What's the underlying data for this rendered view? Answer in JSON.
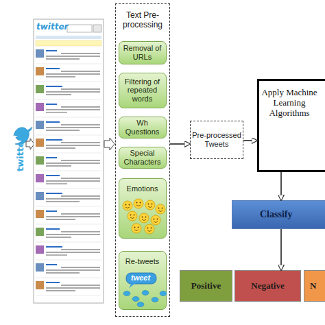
{
  "diagram": {
    "nodes": [
      {
        "text": [
          "Text Pre-processing"
        ]
      },
      {
        "text": [
          "Removal of URLs"
        ],
        "in": 0
      },
      {
        "text": [
          "Filtering of repeated words"
        ],
        "in": 0
      },
      {
        "text": [
          "Wh Questions"
        ],
        "in": 0
      },
      {
        "text": [
          "Special Characters"
        ],
        "in": 0
      },
      {
        "text": [
          "Emotions"
        ],
        "in": 0
      },
      {
        "text": [
          "Re-tweets"
        ],
        "in": 0
      },
      {
        "text": [
          "Pre-processed Tweets"
        ]
      },
      {
        "text": [
          "Apply Machine Learning Algorithms"
        ]
      },
      {
        "text": [
          "Classify"
        ]
      },
      {
        "text": [
          "Positive"
        ]
      },
      {
        "text": [
          "Negative"
        ]
      },
      {
        "text": [
          "N"
        ]
      }
    ],
    "edges": [
      {
        "from": 0,
        "to": 7,
        "arrow": "to"
      },
      {
        "from": 7,
        "to": 8,
        "arrow": "to"
      },
      {
        "from": 8,
        "to": 9,
        "arrow": "to"
      },
      {
        "from": 9,
        "to": 11,
        "arrow": "to"
      }
    ],
    "labels": [
      "twitter",
      "twitter",
      "tweet"
    ]
  }
}
